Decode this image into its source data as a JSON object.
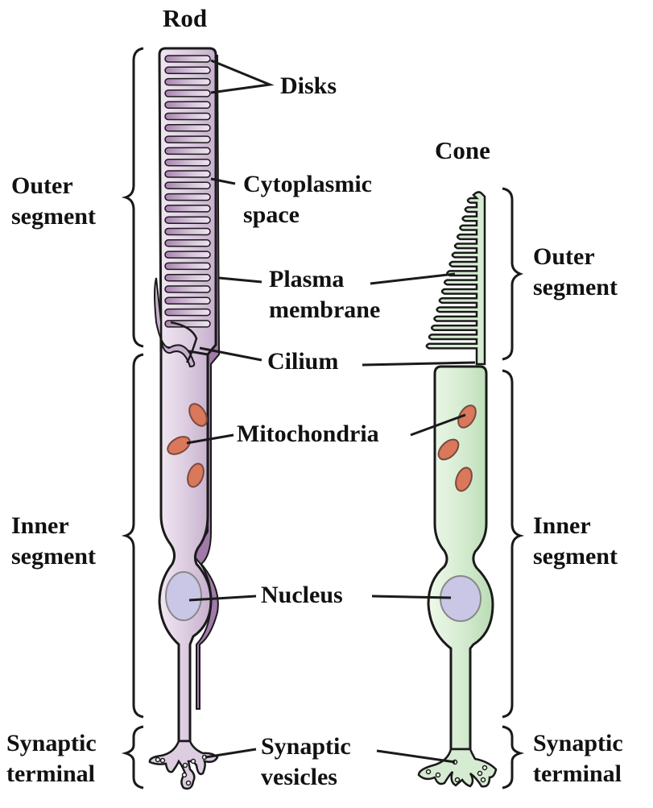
{
  "titles": {
    "rod": "Rod",
    "cone": "Cone"
  },
  "labels": {
    "disks": "Disks",
    "cytoplasmic_space": [
      "Cytoplasmic",
      "space"
    ],
    "plasma_membrane": [
      "Plasma",
      "membrane"
    ],
    "cilium": "Cilium",
    "mitochondria": "Mitochondria",
    "nucleus": "Nucleus",
    "synaptic_vesicles": [
      "Synaptic",
      "vesicles"
    ]
  },
  "brackets": {
    "rod_outer_segment": [
      "Outer",
      "segment"
    ],
    "rod_inner_segment": [
      "Inner",
      "segment"
    ],
    "rod_synaptic_terminal": [
      "Synaptic",
      "terminal"
    ],
    "cone_outer_segment": [
      "Outer",
      "segment"
    ],
    "cone_inner_segment": [
      "Inner",
      "segment"
    ],
    "cone_synaptic_terminal": [
      "Synaptic",
      "terminal"
    ]
  },
  "colors": {
    "rod_fill": "#dccde0",
    "rod_dark": "#a07aa8",
    "cone_fill": "#d6ecd2",
    "cone_dark": "#7fbf78",
    "mitochondria": "#d9785a",
    "nucleus": "#c9c6e6",
    "outline": "#1a1a1a"
  }
}
